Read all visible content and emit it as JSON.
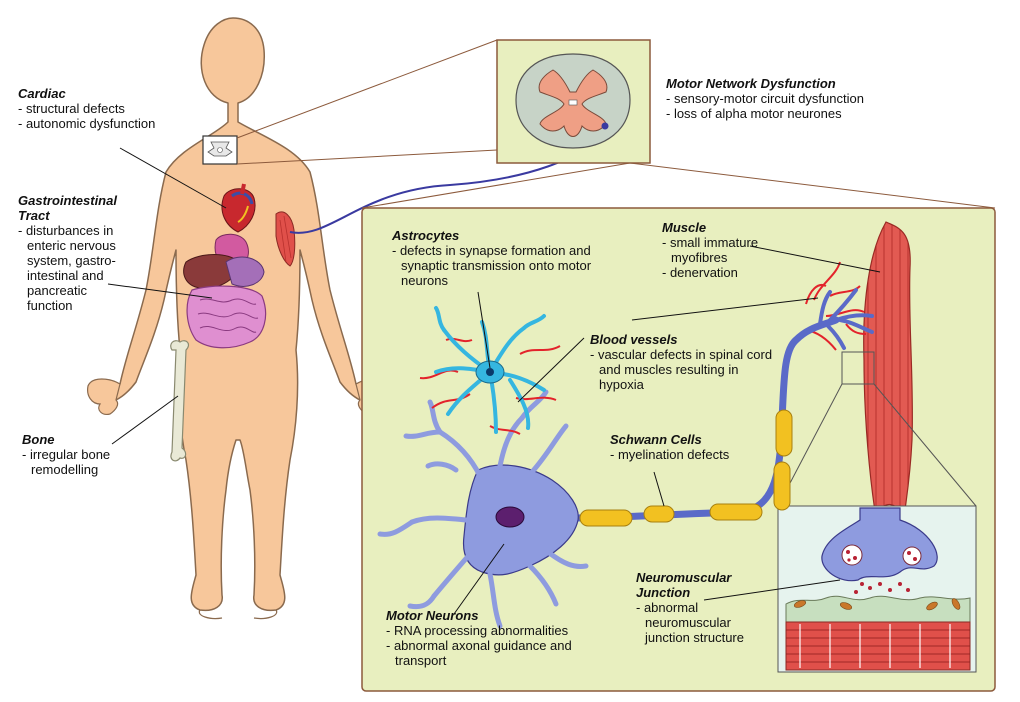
{
  "labels": {
    "cardiac": {
      "title": "Cardiac",
      "items": [
        "- structural defects",
        "- autonomic dysfunction"
      ]
    },
    "gi": {
      "title": "Gastrointestinal Tract",
      "items": [
        "- disturbances in enteric nervous system, gastro-intestinal and pancreatic function"
      ]
    },
    "bone": {
      "title": "Bone",
      "items": [
        "- irregular bone remodelling"
      ]
    },
    "motor_network": {
      "title": "Motor Network Dysfunction",
      "items": [
        "- sensory-motor circuit dysfunction",
        "- loss of alpha motor neurones"
      ]
    },
    "astrocytes": {
      "title": "Astrocytes",
      "items": [
        "- defects in synapse formation and synaptic transmission onto motor neurons"
      ]
    },
    "muscle": {
      "title": "Muscle",
      "items": [
        "- small immature myofibres",
        "- denervation"
      ]
    },
    "blood_vessels": {
      "title": "Blood vessels",
      "items": [
        "- vascular defects in spinal cord and muscles resulting in hypoxia"
      ]
    },
    "schwann": {
      "title": "Schwann Cells",
      "items": [
        "- myelination defects"
      ]
    },
    "nmj": {
      "title": "Neuromuscular Junction",
      "items": [
        "- abnormal neuromuscular junction structure"
      ]
    },
    "motor_neurons": {
      "title": "Motor Neurons",
      "items": [
        "- RNA processing abnormalities",
        "- abnormal axonal guidance and transport"
      ]
    }
  },
  "colors": {
    "skin": "#f7c79b",
    "skin_stroke": "#8a6a4e",
    "panel_fill": "#e8efbf",
    "panel_stroke": "#8c5a3c",
    "neuron": "#8e9bdf",
    "astrocyte": "#35b6e0",
    "myelin": "#f2c121",
    "muscle": "#e0504a",
    "vessel": "#e3232b",
    "spinal_grey": "#c7d3c7",
    "spinal_core": "#ef9f85"
  }
}
